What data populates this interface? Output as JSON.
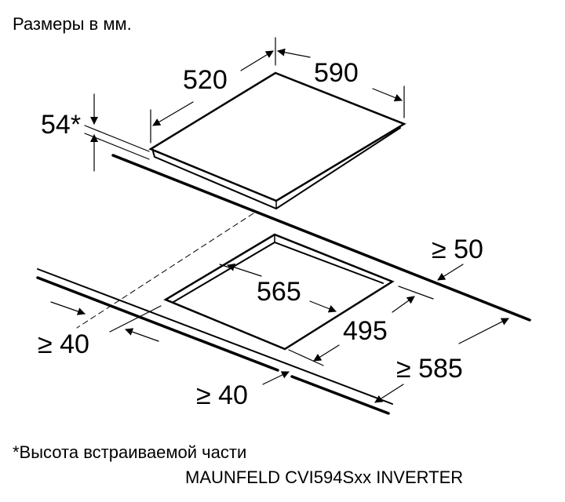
{
  "title": "Размеры в мм.",
  "footnote": "*Высота встраиваемой части",
  "model": "MAUNFELD CVI594Sxx INVERTER",
  "dimensions": {
    "hob_depth": "520",
    "hob_width": "590",
    "hob_height": "54*",
    "cutout_width": "565",
    "cutout_depth": "495",
    "min_back": "≥ 50",
    "min_side": "≥ 40",
    "min_front": "≥ 40",
    "min_cabinet": "≥ 585"
  }
}
